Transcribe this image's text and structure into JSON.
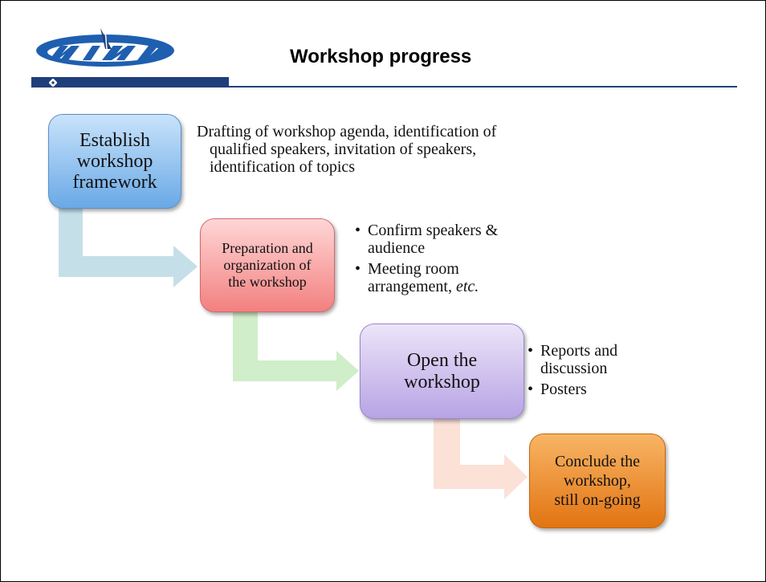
{
  "slide": {
    "title": "Workshop progress",
    "logo": {
      "icon": "organization-logo-icon",
      "colors": {
        "primary": "#1f5fb0",
        "dark": "#1f3f7a"
      }
    }
  },
  "steps": [
    {
      "label": "Establish\nworkshop\nframework",
      "color": "#7fb3e8"
    },
    {
      "label": "Preparation and\norganization of\nthe workshop",
      "color": "#f48c8c"
    },
    {
      "label": "Open the\nworkshop",
      "color": "#c2b1e8"
    },
    {
      "label": "Conclude the\nworkshop,\nstill on-going",
      "color": "#ec8420"
    }
  ],
  "notes": {
    "step1": {
      "lines": [
        "Drafting of workshop agenda, identification of",
        "qualified speakers, invitation of speakers,",
        "identification of topics"
      ]
    },
    "step2": {
      "bullets": [
        {
          "line1": "Confirm speakers &",
          "line2": "audience"
        },
        {
          "line1": "Meeting room",
          "line2a": "arrangement, ",
          "line2b": "etc."
        }
      ]
    },
    "step3": {
      "bullets": [
        {
          "line1": "Reports and",
          "line2": "discussion"
        },
        {
          "line1": "Posters"
        }
      ]
    }
  },
  "connectors": [
    {
      "from": 1,
      "to": 2,
      "color": "#c5dfe9"
    },
    {
      "from": 2,
      "to": 3,
      "color": "#cfeec9"
    },
    {
      "from": 3,
      "to": 4,
      "color": "#fbe1d6"
    }
  ]
}
